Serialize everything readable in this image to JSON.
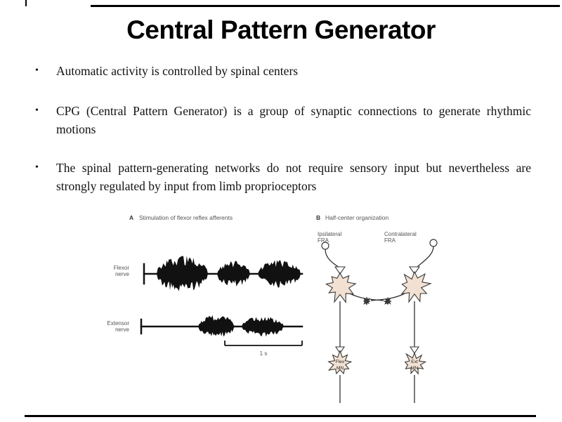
{
  "slide": {
    "title": "Central Pattern Generator",
    "bullet_glyph": "•",
    "bullets": [
      "Automatic activity is controlled by spinal centers",
      "CPG (Central Pattern Generator) is a group of synaptic connections to generate rhythmic motions",
      "The spinal pattern-generating networks do not require sensory input but nevertheless are strongly regulated by input from limb proprioceptors"
    ]
  },
  "figure": {
    "panel_a": {
      "label": "A",
      "title": "Stimulation of flexor reflex afferents",
      "flexor_label": [
        "Flexor",
        "nerve"
      ],
      "extensor_label": [
        "Extensor",
        "nerve"
      ],
      "scale_label": "1 s"
    },
    "panel_b": {
      "label": "B",
      "title": "Half-center organization",
      "left_input": [
        "Ipsilateral",
        "FRA"
      ],
      "right_input": [
        "Contralateral",
        "FRA"
      ],
      "left_mn": [
        "Flex",
        "MN"
      ],
      "right_mn": [
        "Ext",
        "MN"
      ]
    },
    "colors": {
      "neuron_fill": "#f2e1d2",
      "inhibitory_synapse_fill": "#3a3a3a",
      "line": "#111111"
    }
  }
}
